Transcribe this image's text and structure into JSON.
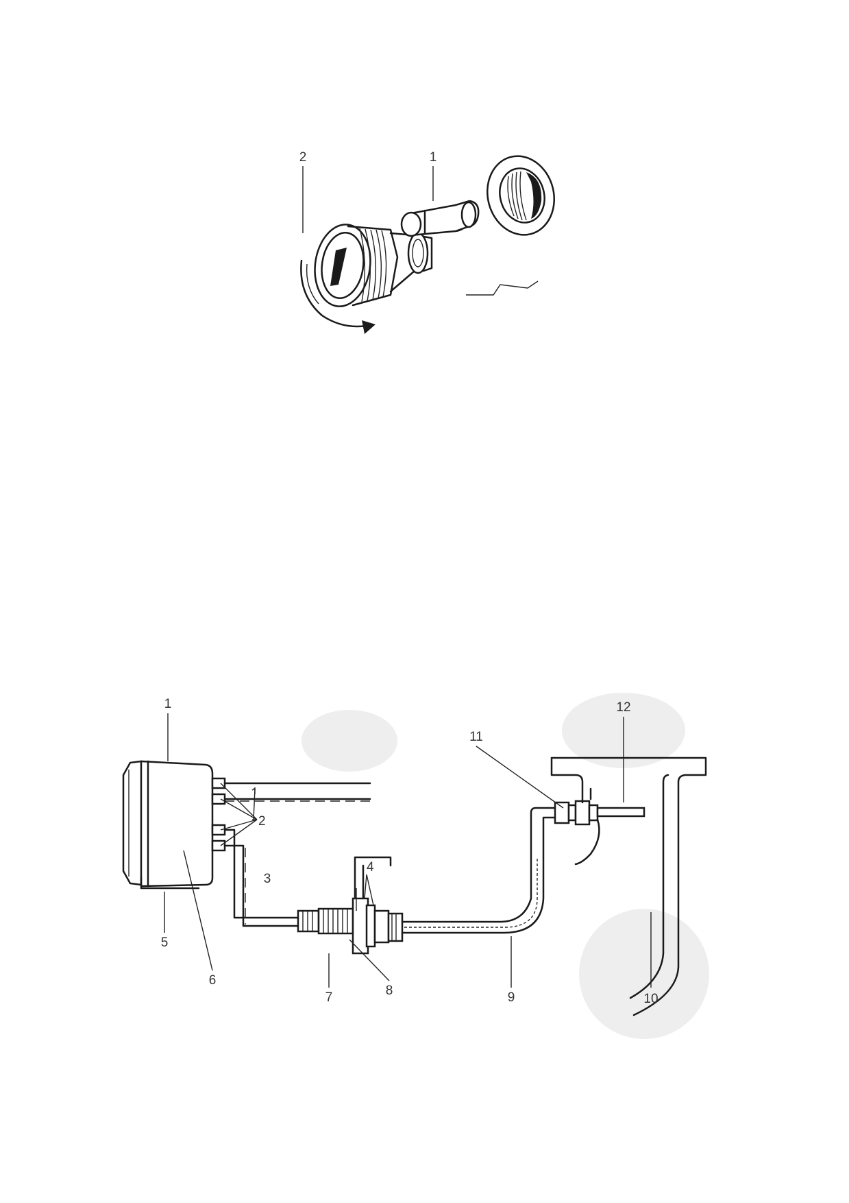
{
  "colors": {
    "ink": "#1a1a1a",
    "label": "#333333",
    "paper": "#ffffff"
  },
  "fuse_holder_figure": {
    "callouts": [
      "2",
      "1"
    ]
  },
  "gauge_installation_figure": {
    "callouts": [
      "1",
      "12",
      "11",
      "2",
      "4",
      "3",
      "5",
      "6",
      "7",
      "8",
      "9",
      "10"
    ]
  }
}
